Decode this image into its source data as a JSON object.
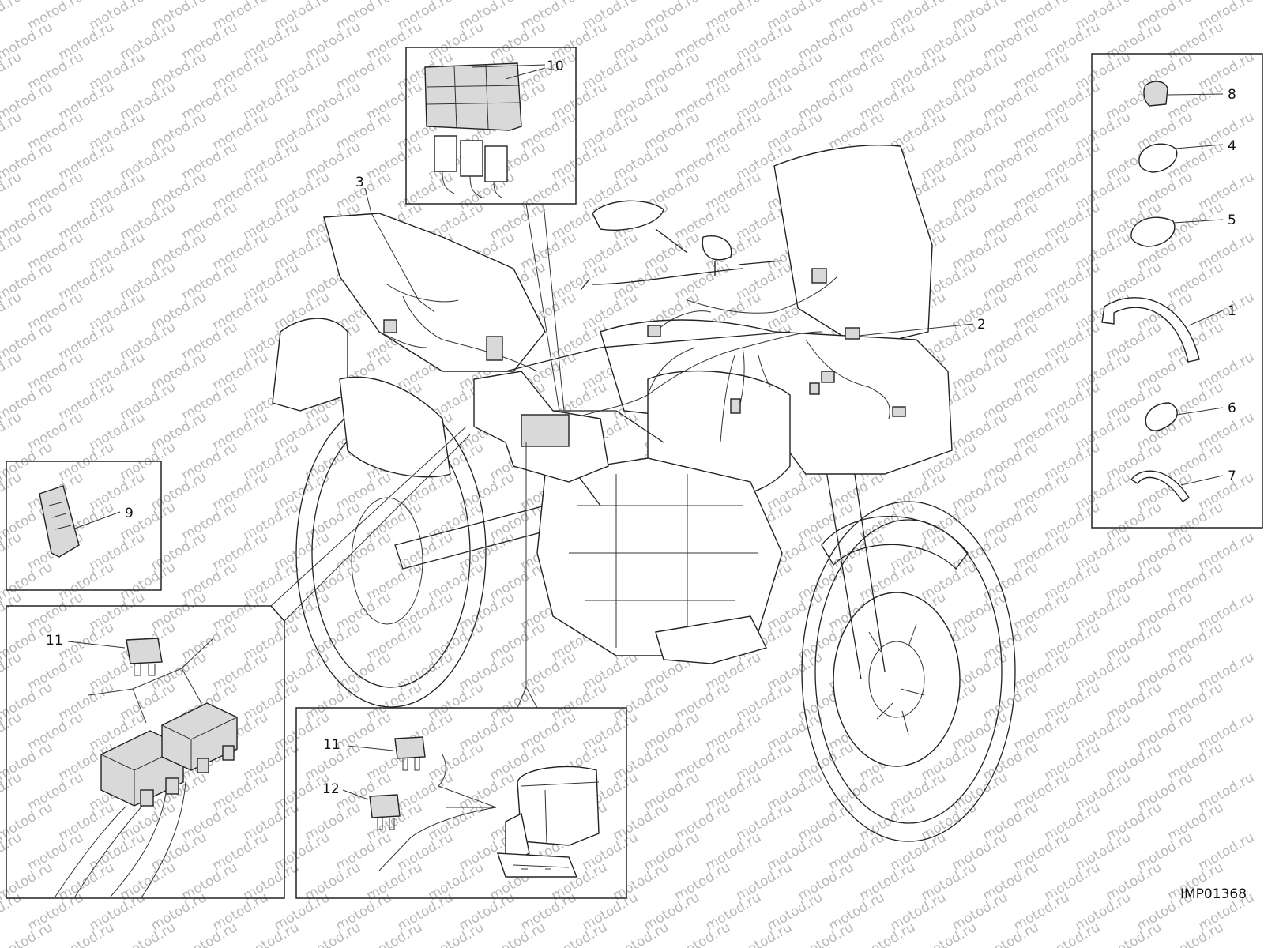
{
  "diagram": {
    "code": "IMP01368",
    "watermark": "motod.ru",
    "callouts": {
      "c1": "1",
      "c2": "2",
      "c3": "3",
      "c4": "4",
      "c5": "5",
      "c6": "6",
      "c7": "7",
      "c8": "8",
      "c9": "9",
      "c10": "10",
      "c11a": "11",
      "c11b": "11",
      "c12": "12"
    }
  }
}
